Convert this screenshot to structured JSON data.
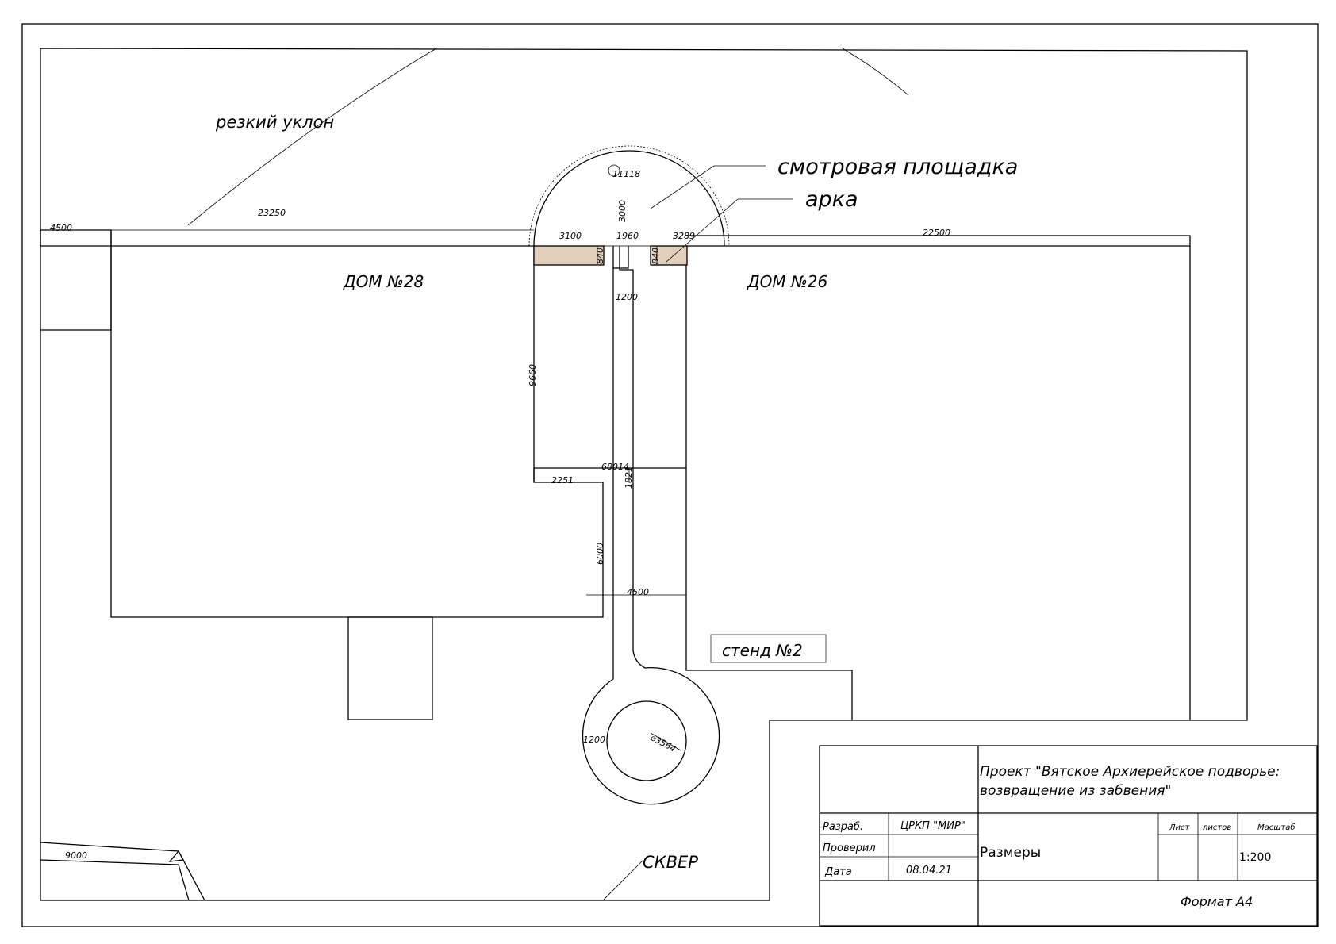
{
  "labels": {
    "steep_slope": "резкий уклон",
    "viewing_platform": "смотровая площадка",
    "arch": "арка",
    "house_28": "ДОМ №28",
    "house_26": "ДОМ №26",
    "stand_2": "стенд №2",
    "square": "СКВЕР"
  },
  "dimensions": {
    "d4500_left": "4500",
    "d23250": "23250",
    "d22500": "22500",
    "d11118": "11118",
    "d3000": "3000",
    "d3100": "3100",
    "d1960": "1960",
    "d3289": "3289",
    "d840_left": "840",
    "d840_right": "840",
    "d1200_top": "1200",
    "d9660": "9660",
    "d68014": "68014",
    "d1821": "1821",
    "d2251": "2251",
    "d6000": "6000",
    "d4500_mid": "4500",
    "d1200_circle": "1200",
    "d3564": "⌀3564",
    "d9000": "9000"
  },
  "title_block": {
    "project": "Проект \"Вятское Архиерейское подворье:",
    "project_line2": "возвращение из забвения\"",
    "developed_label": "Разраб.",
    "developed_value": "ЦРКП \"МИР\"",
    "checked_label": "Проверил",
    "date_label": "Дата",
    "date_value": "08.04.21",
    "sheet_title": "Размеры",
    "sheet_label": "Лист",
    "sheets_label": "листов",
    "scale_label": "Масштаб",
    "scale_value": "1:200",
    "format": "Формат А4"
  },
  "colors": {
    "arch_fill": "#e2cfbc",
    "line": "#000000"
  }
}
